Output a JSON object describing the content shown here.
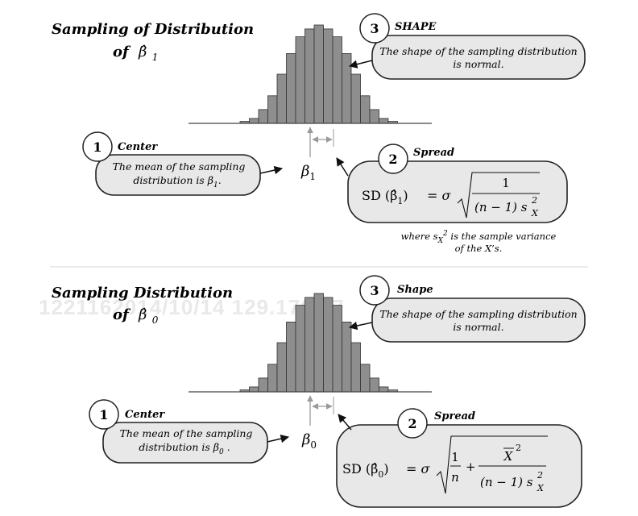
{
  "watermark": "1221162014/10/14 129.170.47",
  "panels": [
    {
      "title_line1": "Sampling of Distribution",
      "title_line2_prefix": "of",
      "title_symbol": "β̂",
      "title_subscript": "1",
      "axis_symbol": "β",
      "axis_subscript": "1",
      "histogram_heights": [
        0.02,
        0.05,
        0.14,
        0.28,
        0.5,
        0.71,
        0.88,
        0.96,
        1.0,
        0.96,
        0.88,
        0.71,
        0.5,
        0.28,
        0.14,
        0.05,
        0.02
      ],
      "shape": {
        "number": "3",
        "label": "SHAPE",
        "text_line1": "The shape of the sampling distribution",
        "text_line2": "is normal."
      },
      "center": {
        "number": "1",
        "label": "Center",
        "text_line1": "The mean of the sampling",
        "text_line2": "distribution is β",
        "text_subscript": "1",
        "text_suffix": "."
      },
      "spread": {
        "number": "2",
        "label": "Spread",
        "sd_label": "SD (β̂",
        "sd_subscript": "1",
        "sd_close": ")",
        "equals_sigma": "=  σ",
        "numerator": "1",
        "denominator": "(n − 1) s",
        "denom_sup": "2",
        "denom_sub": "X",
        "footnote_line1_a": "where s",
        "footnote_line1_sub": "X",
        "footnote_line1_sup": "2",
        "footnote_line1_b": " is the sample variance",
        "footnote_line2": "of the X’s."
      }
    },
    {
      "title_line1": "Sampling Distribution",
      "title_line2_prefix": "of",
      "title_symbol": "β̂",
      "title_subscript": "0",
      "axis_symbol": "β",
      "axis_subscript": "0",
      "histogram_heights": [
        0.02,
        0.05,
        0.14,
        0.28,
        0.5,
        0.71,
        0.88,
        0.96,
        1.0,
        0.96,
        0.88,
        0.71,
        0.5,
        0.28,
        0.14,
        0.05,
        0.02
      ],
      "shape": {
        "number": "3",
        "label": "Shape",
        "text_line1": "The shape of the sampling distribution",
        "text_line2": "is normal."
      },
      "center": {
        "number": "1",
        "label": "Center",
        "text_line1": "The mean of the sampling",
        "text_line2": "distribution is β",
        "text_subscript": "0",
        "text_suffix": " ."
      },
      "spread": {
        "number": "2",
        "label": "Spread",
        "sd_label": "SD (β̂",
        "sd_subscript": "0",
        "sd_close": ")",
        "equals_sigma": "=  σ",
        "term1_num": "1",
        "term1_den": "n",
        "plus": "+",
        "term2_num": "X",
        "term2_num_sup": "2",
        "denominator": "(n − 1) s",
        "denom_sup": "2",
        "denom_sub": "X"
      }
    }
  ],
  "colors": {
    "bar_fill": "#8e8e8e",
    "bubble_fill": "#e8e8e8",
    "arrow_gray": "#9a9a9a",
    "divider": "#dddddd"
  }
}
